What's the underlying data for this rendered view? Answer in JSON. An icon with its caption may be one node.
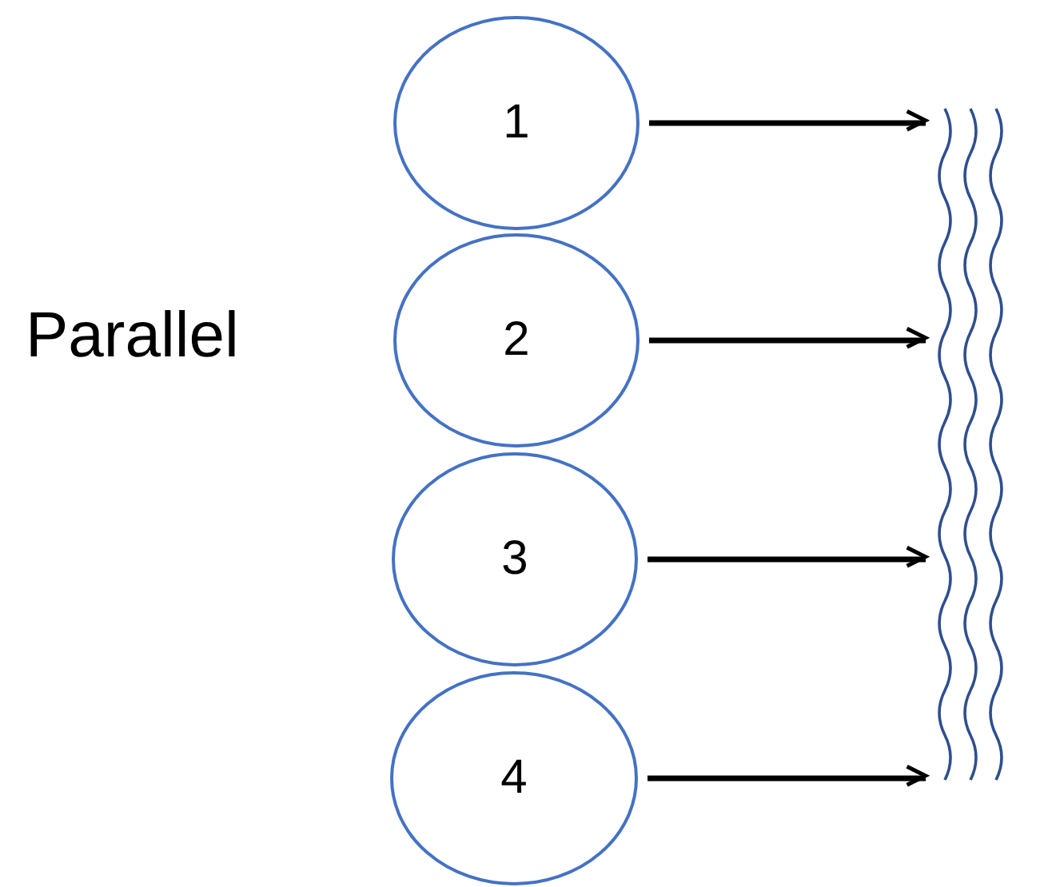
{
  "diagram": {
    "nodes": [
      {
        "text": [
          "1"
        ]
      },
      {
        "text": [
          "2"
        ]
      },
      {
        "text": [
          "3"
        ]
      },
      {
        "text": [
          "4"
        ]
      },
      {
        "text": [],
        "shape": "wave"
      }
    ],
    "edges": [
      {
        "from": 0,
        "to": 4,
        "arrow": "to"
      },
      {
        "from": 1,
        "to": 4,
        "arrow": "to"
      },
      {
        "from": 2,
        "to": 4,
        "arrow": "to"
      },
      {
        "from": 3,
        "to": 4,
        "arrow": "to"
      }
    ],
    "labels": [
      "Parallel"
    ]
  }
}
